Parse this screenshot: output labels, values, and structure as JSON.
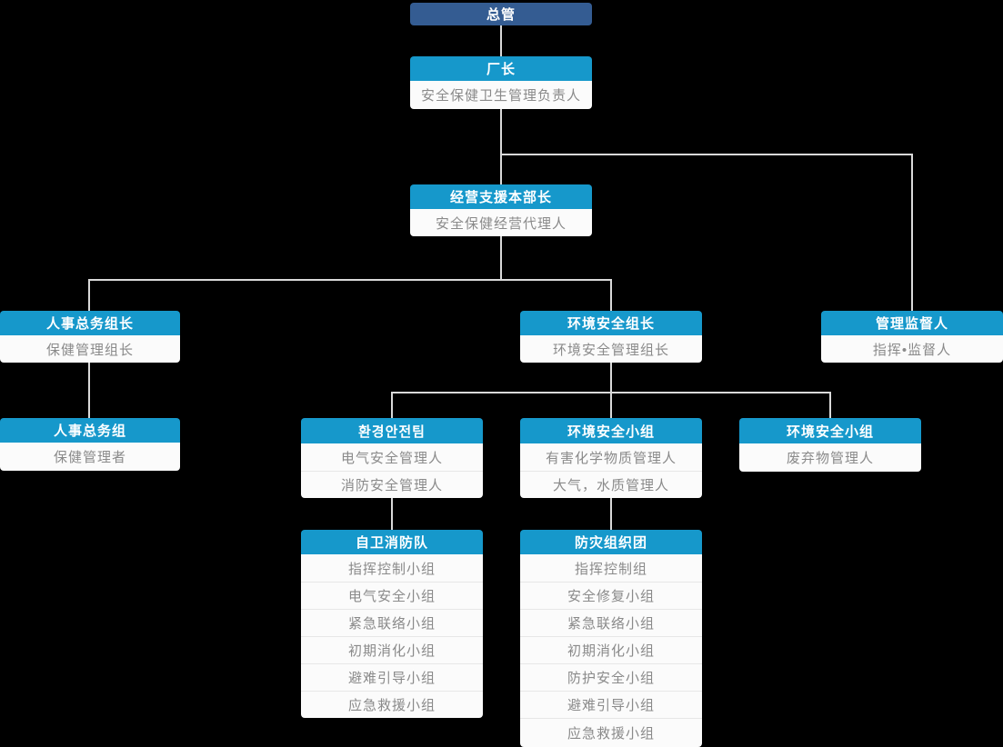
{
  "colors": {
    "background": "#000000",
    "root_header": "#345c92",
    "branch_header": "#1698cb",
    "sub_row_bg": "#fbfbfb",
    "sub_row_text": "#8a8a8a",
    "connector": "#d9d9d9"
  },
  "org": {
    "root": {
      "title": "总管"
    },
    "factory_director": {
      "title": "厂长",
      "sub": "安全保健卫生管理负责人"
    },
    "management_support_head": {
      "title": "经营支援本部长",
      "sub": "安全保健经营代理人"
    },
    "hr_general_affairs_leader": {
      "title": "人事总务组长",
      "sub": "保健管理组长"
    },
    "env_safety_leader": {
      "title": "环境安全组长",
      "sub": "环境安全管理组长"
    },
    "management_supervisor": {
      "title": "管理监督人",
      "sub": "指挥•监督人"
    },
    "hr_general_affairs_team": {
      "title": "人事总务组",
      "sub": "保健管理者"
    },
    "env_safety_team": {
      "title": "환경안전팀",
      "items": [
        "电气安全管理人",
        "消防安全管理人"
      ]
    },
    "env_safety_group_mid": {
      "title": "环境安全小组",
      "items": [
        "有害化学物质管理人",
        "大气，水质管理人"
      ]
    },
    "env_safety_group_right": {
      "title": "环境安全小组",
      "items": [
        "废弃物管理人"
      ]
    },
    "self_defense_fire_brigade": {
      "title": "自卫消防队",
      "items": [
        "指挥控制小组",
        "电气安全小组",
        "紧急联络小组",
        "初期消化小组",
        "避难引导小组",
        "应急救援小组"
      ]
    },
    "disaster_prevention_org": {
      "title": "防灾组织团",
      "items": [
        "指挥控制组",
        "安全修复小组",
        "紧急联络小组",
        "初期消化小组",
        "防护安全小组",
        "避难引导小组",
        "应急救援小组"
      ]
    }
  }
}
